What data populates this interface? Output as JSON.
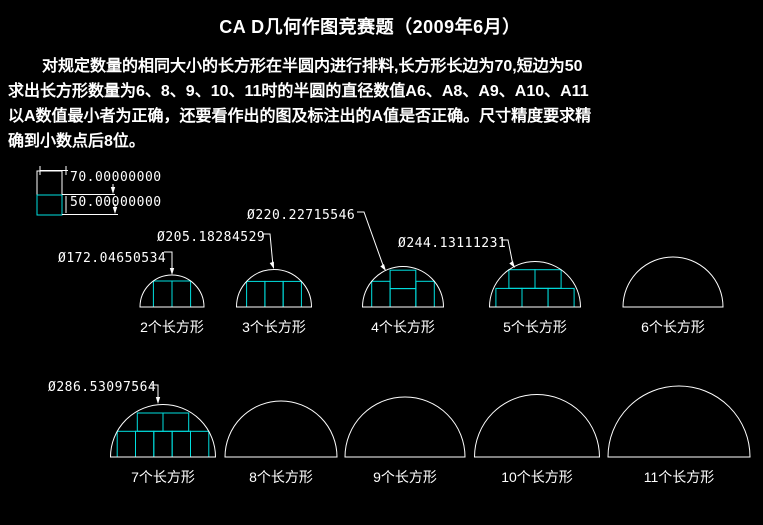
{
  "title": "CA D几何作图竞赛题（2009年6月）",
  "paragraph": [
    "对规定数量的相同大小的长方形在半圆内进行排料,长方形长边为70,短边为50",
    "求出长方形数量为6、8、9、10、11时的半圆的直径数值A6、A8、A9、A10、A11",
    "以A数值最小者为正确，还要看作出的图及标注出的A值是否正确。尺寸精度要求精",
    "确到小数点后8位。"
  ],
  "rect_dimensions": {
    "long_edge": "70.00000000",
    "short_edge": "50.00000000"
  },
  "colors": {
    "background": "#000000",
    "line": "#ffffff",
    "rectangle": "#00e0e0"
  },
  "figures": [
    {
      "label": "2个长方形",
      "diameter_label": "Ø172.04650534",
      "rect_count": 2,
      "packing": [
        [
          -50,
          0,
          50,
          70
        ],
        [
          0,
          0,
          50,
          70
        ]
      ]
    },
    {
      "label": "3个长方形",
      "diameter_label": "Ø205.18284529",
      "rect_count": 3,
      "packing": [
        [
          -75,
          0,
          50,
          70
        ],
        [
          -25,
          0,
          50,
          70
        ],
        [
          25,
          0,
          50,
          70
        ]
      ]
    },
    {
      "label": "4个长方形",
      "diameter_label": "Ø220.22715546",
      "rect_count": 4,
      "packing": [
        [
          -85,
          0,
          50,
          70
        ],
        [
          35,
          0,
          50,
          70
        ],
        [
          -35,
          0,
          70,
          50
        ],
        [
          -35,
          50,
          70,
          50
        ]
      ]
    },
    {
      "label": "5个长方形",
      "diameter_label": "Ø244.13111231",
      "rect_count": 5,
      "packing": [
        [
          -105,
          0,
          70,
          50
        ],
        [
          -35,
          0,
          70,
          50
        ],
        [
          35,
          0,
          70,
          50
        ],
        [
          -70,
          50,
          70,
          50
        ],
        [
          0,
          50,
          70,
          50
        ]
      ]
    },
    {
      "label": "6个长方形",
      "diameter_label": null,
      "rect_count": 0,
      "packing": []
    },
    {
      "label": "7个长方形",
      "diameter_label": "Ø286.53097564",
      "rect_count": 7,
      "packing": [
        [
          -125,
          0,
          50,
          70
        ],
        [
          -75,
          0,
          50,
          70
        ],
        [
          -25,
          0,
          50,
          70
        ],
        [
          25,
          0,
          50,
          70
        ],
        [
          75,
          0,
          50,
          70
        ],
        [
          -70,
          70,
          70,
          50
        ],
        [
          0,
          70,
          70,
          50
        ]
      ]
    },
    {
      "label": "8个长方形",
      "diameter_label": null,
      "rect_count": 0,
      "packing": []
    },
    {
      "label": "9个长方形",
      "diameter_label": null,
      "rect_count": 0,
      "packing": []
    },
    {
      "label": "10个长方形",
      "diameter_label": null,
      "rect_count": 0,
      "packing": []
    },
    {
      "label": "11个长方形",
      "diameter_label": null,
      "rect_count": 0,
      "packing": []
    }
  ]
}
